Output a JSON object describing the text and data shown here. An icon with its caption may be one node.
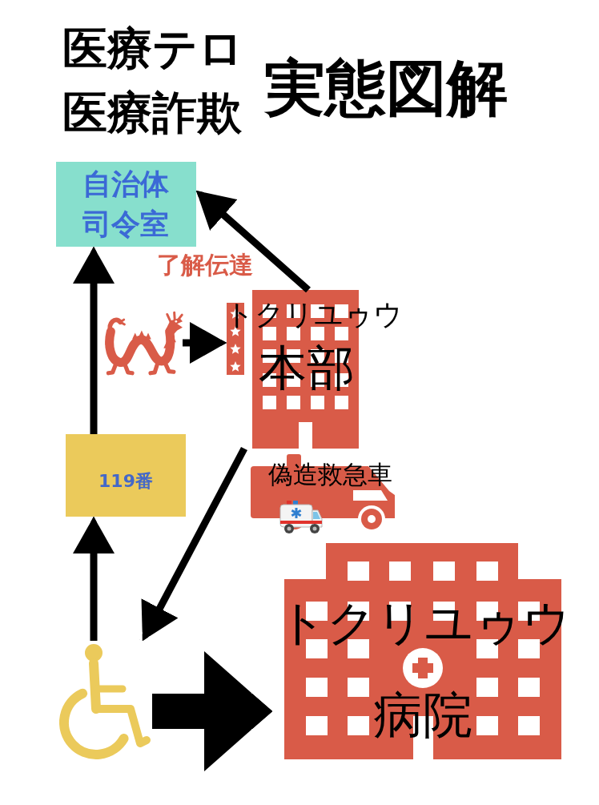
{
  "diagram": {
    "title": "実態図解",
    "nodes": [
      {
        "text": [
          "自治体司令室"
        ]
      },
      {
        "text": [],
        "shape": "picture"
      },
      {
        "text": [
          "トクリユゥウ",
          "本部"
        ]
      },
      {
        "text": [
          "119番"
        ]
      },
      {
        "text": [
          "偽造救急車"
        ]
      },
      {
        "text": [],
        "shape": "picture"
      },
      {
        "text": [
          "トクリユゥウ",
          "病院"
        ]
      }
    ],
    "edges": [
      {
        "from": 3,
        "to": 0,
        "arrow": "to"
      },
      {
        "from": 1,
        "to": 2,
        "arrow": "to"
      },
      {
        "from": 2,
        "to": 0,
        "arrow": "to",
        "label": "了解伝達"
      },
      {
        "from": 5,
        "to": 3,
        "arrow": "to"
      },
      {
        "from": 2,
        "to": 5,
        "arrow": "to"
      },
      {
        "from": 5,
        "to": 6,
        "arrow": "to",
        "style": "thick"
      }
    ],
    "labels": [
      "医療テロ",
      "医療詐欺"
    ]
  }
}
